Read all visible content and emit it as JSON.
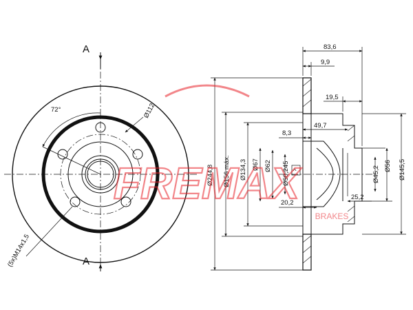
{
  "section_marker": "A",
  "front_view": {
    "angle": "72°",
    "pcd": "Ø112",
    "bolt": "(5x)M14x1,5"
  },
  "side_view": {
    "overall_width": "83,6",
    "disc_thickness": "9,9",
    "hub_offset": "19,5",
    "disc_to_hub": "49,7",
    "flange": "8,3",
    "bore_depth": "20,2",
    "spigot": "25,2",
    "outer_diameter": "Ø244,8",
    "friction_inner": "Ø156 máx.",
    "diam_134": "Ø134,3",
    "diam_67": "Ø67",
    "diam_62": "Ø62",
    "diam_50": "Ø50,245",
    "diam_45": "Ø45,2",
    "diam_56": "Ø56",
    "diam_145": "Ø145,5"
  },
  "watermark": {
    "brand": "FREMAX",
    "sub": "BRAKES",
    "color": "#e8232a"
  }
}
